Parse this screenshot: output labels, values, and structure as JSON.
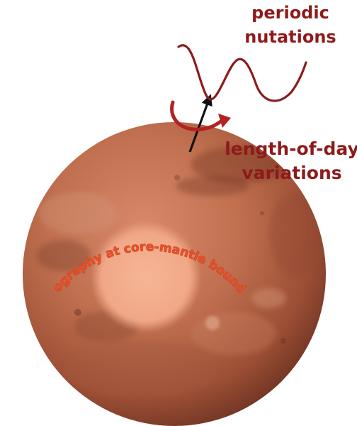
{
  "labels": {
    "nutations_line1": "periodic",
    "nutations_line2": "nutations",
    "lod_line1": "length-of-day",
    "lod_line2": "variations",
    "core_boundary": "Topography at core-mantle boundary"
  },
  "colors": {
    "label_dark_red": "#8e1a1a",
    "wave_dark_red": "#8a1c1c",
    "arrow_red": "#b22222",
    "arc_text_fill": "#e8502a",
    "arc_text_stroke": "#b23312",
    "core_fill": "#f2a98a",
    "mars_base": "#b8654a",
    "axis_black": "#111111"
  },
  "icons": {
    "planet": "mars-globe-icon",
    "rotation": "curved-rotation-arrow-icon",
    "axis": "spin-axis-arrow-icon",
    "wave": "nutation-wave-icon"
  }
}
